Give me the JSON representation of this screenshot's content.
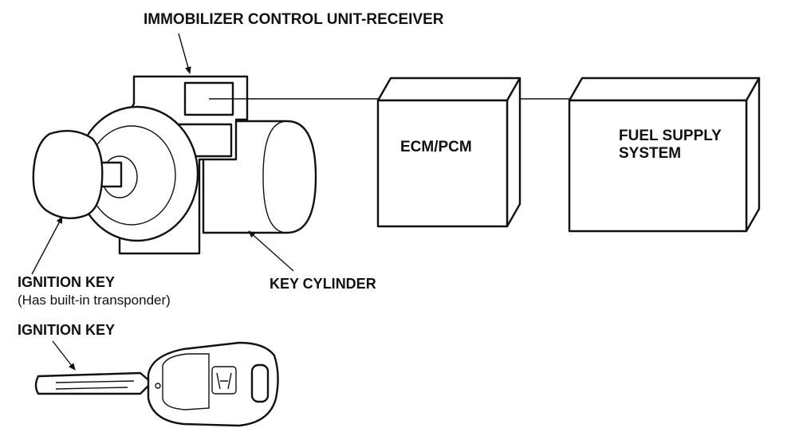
{
  "labels": {
    "immobilizer": "IMMOBILIZER CONTROL UNIT-RECEIVER",
    "ecm": "ECM/PCM",
    "fuel_line1": "FUEL SUPPLY",
    "fuel_line2": "SYSTEM",
    "ignition_key": "IGNITION KEY",
    "ignition_key_note": "(Has built-in transponder)",
    "key_cylinder": "KEY CYLINDER",
    "ignition_key_2": "IGNITION  KEY"
  }
}
